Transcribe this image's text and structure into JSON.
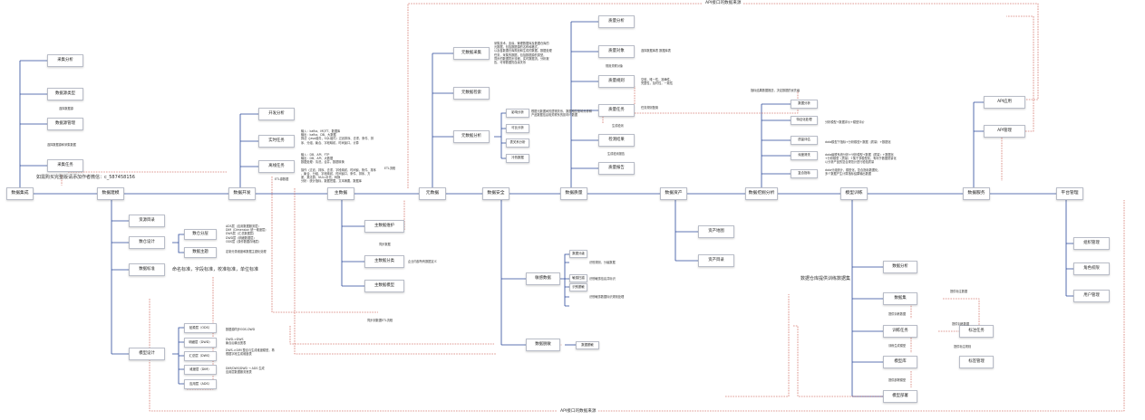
{
  "top_banner": "API接口的数据来源",
  "bottom_banner": "API接口的数据来源",
  "main_nodes": {
    "data_integration": "数据集成",
    "data_modeling": "数据建模",
    "data_dev": "数据开发",
    "master_data": "主数据",
    "metadata": "元数据",
    "data_security": "数据安全",
    "data_quality": "数据质量",
    "data_assets": "数据资产",
    "data_exploration": "数据挖掘分析",
    "model_training": "模型训练",
    "data_service": "数据服务",
    "platform_mgmt": "平台管理"
  },
  "integration_children": {
    "collect_analysis": "采集分析",
    "source_types": "数据源类型",
    "source_mgmt": "数据源管理",
    "collect_task": "采集任务"
  },
  "integration_notes": {
    "select_source": "选择数据源",
    "select_source_collect": "选择数据源和采集数据",
    "contact": "如需购买完整版请添加作者微信：c_58745815​6"
  },
  "modeling_children": {
    "resource_dir": "资源目录",
    "warehouse_design": "数仓设计",
    "data_standard": "数据标准",
    "model_design": "模型设计"
  },
  "warehouse_children": {
    "layering": "数仓分层",
    "subject": "数据主题"
  },
  "layering_note": "ADS层（应用数据服务层）\nDIM（Dimension 统一维度层）\nDWS层（汇总数据层）\nDWD层（明细数据层）\nODS层（操作数据存储层）",
  "subject_note": "定制分类维度和数据主题化处理",
  "standard_note": "命名标准，字段标准，校准标准，单位标准",
  "model_layers": {
    "ods": "贴源层（ODS）",
    "dwd": "明细层（DWD）",
    "dws": "汇总层（DWS）",
    "dim": "维度层（DIM）",
    "ads": "应用层（ADS）"
  },
  "model_layer_notes": {
    "ods": "数据源同步ODS-DWD",
    "dwd": "DWD->DWS\n聚合后输出宽表",
    "dws": "DWS->DIM 整合与生成维度模型，再\n根据字段生成维度表",
    "dim": "DIM/DWS/DWD → ADS 生成\n应用层数据服务宽表",
    "ads": ""
  },
  "dev_children": {
    "dev_analysis": "开发分析",
    "realtime_task": "实时任务",
    "batch_task": "离线任务"
  },
  "dev_notes": {
    "realtime": "输入：kafka、MQTT、数据库\n输出：kafka、DB、大数据\n算法（java组件，SQL组件）过滤排序、去重、条件、排\n序、分组、聚合、字段映射，时间窗口，计算",
    "batch": "输入：DB、API、FTP\n输出：DB、API、大数据\n数据处理：清洗，合并，数据转换\n\n操作（过滤、排序、去重、字段映射、时间窗、条件、排序\n、聚合、分组、字段映射、时间窗口、条件、排序，方\n差，乘法算，NULL补充、转换\n分析：统计指标，数据挖掘，文本摘要，数据库",
    "etl_source": "ETL源数据",
    "etl_flow": "ETL流程"
  },
  "master_children": {
    "maintain": "主数据维护",
    "classify": "主数据分类",
    "model": "主数据模型"
  },
  "master_notes": {
    "sync": "同步数据",
    "enterprise": "企业内部所有数据定义",
    "etl": "同步到数据ETL流程"
  },
  "meta_children": {
    "collect": "元数据采集",
    "retrieve": "元数据检索",
    "analysis": "元数据分析"
  },
  "meta_collect_note": "采集技术，血缘，管理数据库及数据仓库的\n元数据，包括数据源的名称和格式，\n以及各数据仓库规划和生成的数据，数据处理\n任务，采集的数据，包括数据源的类型，\n同步的数据同步流程，实时数据流，分析报\n告，可得数据的血缘关系",
  "meta_analysis_children": {
    "impact": "影响分析",
    "lineage": "可比分析",
    "table_relation": "表关系分析",
    "field": "冷热数据"
  },
  "meta_analysis_note": "根据元数据间的逻辑关系，数据相互影响分析和\n产品数据信息相关联系的影响个数据",
  "security_children": {
    "sensitive": "敏感数据",
    "masking": "数据脱敏"
  },
  "sensitive_children": {
    "rules": "数据分级",
    "process": "识别规则、分级数据",
    "scan": "敏感扫描",
    "manual": "识别敏感信息并标识",
    "audit": "识别脱敏",
    "policy": "识别敏感数据标识规则处理"
  },
  "masking_note": "数据脱敏",
  "quality_children": {
    "q_analysis": "质量分析",
    "q_object": "质量对象",
    "q_rule": "质量规则",
    "q_task": "质量任务",
    "q_result": "检测结果",
    "q_report": "质量报告"
  },
  "quality_notes": {
    "object": "选择数据库表 数据库表",
    "rule_pick": "规则关联对象",
    "rule": "空值，唯一性，准确性，\n完整性，及时性，一致性",
    "task": "任务规则配置",
    "result": "生成检测",
    "report": "生成检测报告",
    "push": "指标结果数据推送，决定数据的优先级"
  },
  "assets_children": {
    "map": "资产地图",
    "catalog": "资产目录"
  },
  "exploration_children": {
    "modeling": "数据分析",
    "feature": "特征化处理",
    "quality_eval": "质量评估",
    "cleanse": "深度清洗",
    "compute": "复合指标"
  },
  "exploration_notes": {
    "feature": "分析模型+数据评价+模型评价",
    "quality": "data模型下指标+分析模型+数据（质量）+数据化",
    "cleanse": "data级联系统分析+分析模型+数据（质量）+数据化\n+分析模型（质量）+集于多模型化，有利于数据质量化\n以分析产品的复合规范计进行检验质量",
    "compute": "data分组统计，模型化，复合指标数据化，\n多个数据产生计算指标结果输出数据"
  },
  "training_children": {
    "analysis": "数据分析",
    "dataset": "数据集",
    "train_task": "训练任务",
    "model_lib": "模型库",
    "model_deploy": "模型部署",
    "label_task": "标注任务",
    "label_mgmt": "标签管理"
  },
  "training_notes": {
    "title": "数据仓库提供训练数据集",
    "provide_label": "提供标注数据",
    "provide_train": "提供训练数据",
    "train_data": "提供训练数据",
    "gen_model": "训练生成模型",
    "label_rule": "提供标注规则",
    "deploy": "提供部署模型"
  },
  "service_children": {
    "api_app": "API应用",
    "api_mgmt": "API管理"
  },
  "platform_children": {
    "org": "组织管理",
    "role": "角色权限",
    "user": "用户管理"
  }
}
